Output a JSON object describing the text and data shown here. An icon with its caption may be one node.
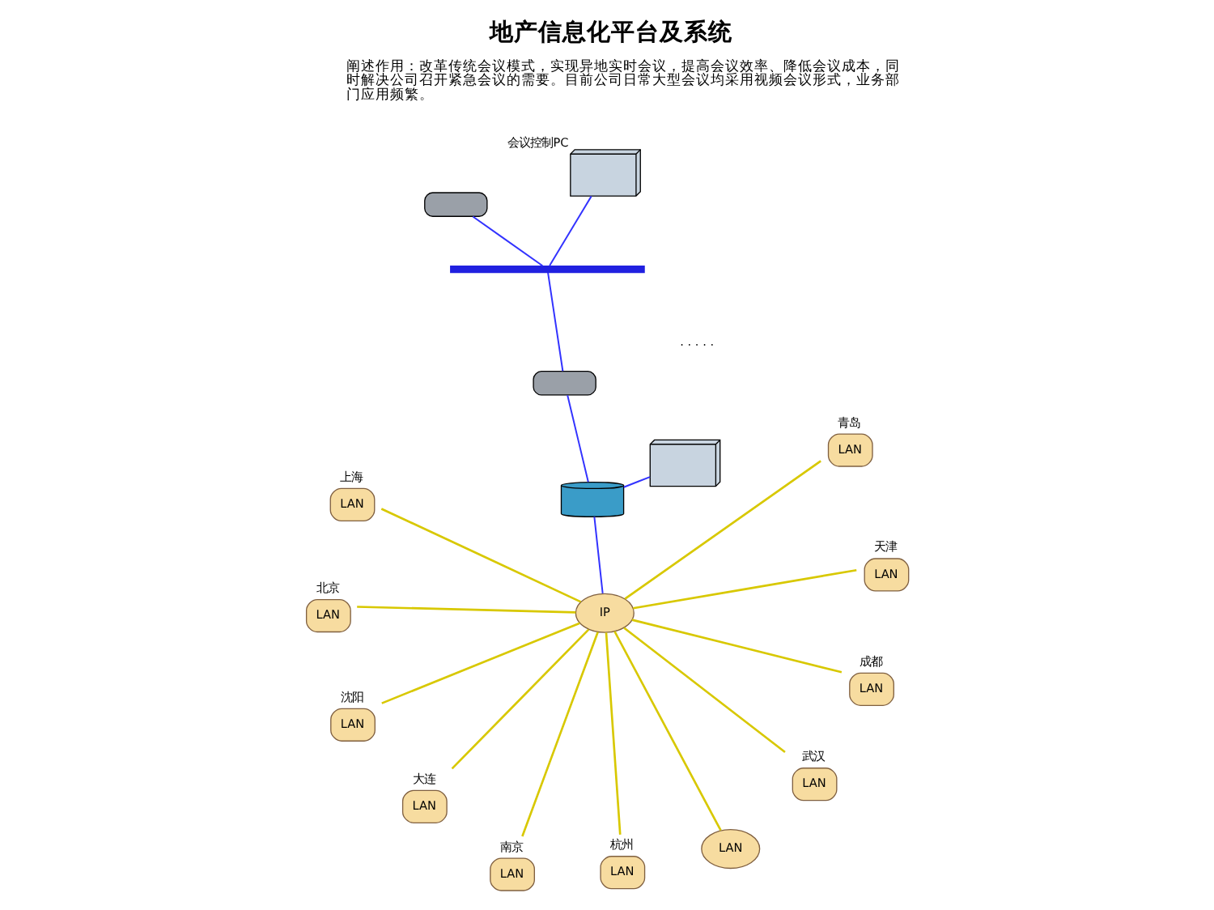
{
  "diagram": {
    "title": "地产信息化平台及系统",
    "caption": "阐述作用：改革传统会议模式，实现异地实时会议，提高会议效率、降低会议成本，同时解决公司召开紧急会议的需要。目前公司日常大型会议均采用视频会议形式，业务部门应用频繁。",
    "nodes": [
      {
        "text": [
          "LAN"
        ],
        "beside": [
          "青岛"
        ]
      },
      {
        "text": [
          "LAN"
        ],
        "beside": [
          "大连"
        ]
      },
      {
        "text": [
          "LAN"
        ],
        "beside": [
          "杭州"
        ]
      },
      {
        "text": [
          "LAN"
        ],
        "beside": [
          "沈阳"
        ]
      },
      {
        "text": [
          "LAN"
        ],
        "beside": [
          "上海"
        ]
      },
      {
        "text": [
          "LAN"
        ],
        "beside": [
          "南京"
        ]
      },
      {
        "text": [
          "LAN"
        ],
        "beside": [
          "天津"
        ]
      },
      {
        "text": [
          "LAN"
        ],
        "beside": [
          "北京"
        ]
      },
      {
        "text": [
          "IP"
        ]
      },
      {
        "text": [
          "LAN"
        ],
        "beside": [
          "武汉"
        ]
      },
      {
        "text": [
          "LAN"
        ],
        "beside": [
          "成都"
        ]
      },
      {
        "text": [],
        "shape": "cylinder"
      },
      {
        "text": [],
        "shape": "picture"
      },
      {
        "text": [],
        "shape": "box"
      },
      {
        "text": [
          "LAN"
        ]
      },
      {
        "text": [],
        "shape": "bar"
      },
      {
        "text": [],
        "shape": "picture",
        "beside": [
          "会议控制PC"
        ]
      },
      {
        "text": [],
        "shape": "box"
      }
    ],
    "edges": [
      {
        "from": 0,
        "to": 8,
        "arrow": "none"
      },
      {
        "from": 1,
        "to": 8,
        "arrow": "none"
      },
      {
        "from": 2,
        "to": 8,
        "arrow": "none"
      },
      {
        "from": 3,
        "to": 8,
        "arrow": "none"
      },
      {
        "from": 4,
        "to": 8,
        "arrow": "none"
      },
      {
        "from": 5,
        "to": 8,
        "arrow": "none"
      },
      {
        "from": 6,
        "to": 8,
        "arrow": "none"
      },
      {
        "from": 7,
        "to": 8,
        "arrow": "none"
      },
      {
        "from": 9,
        "to": 8,
        "arrow": "none"
      },
      {
        "from": 10,
        "to": 8,
        "arrow": "none"
      },
      {
        "from": 14,
        "to": 8,
        "arrow": "none"
      },
      {
        "from": 8,
        "to": 11,
        "arrow": "none",
        "color": "#3333ff"
      },
      {
        "from": 11,
        "to": 12,
        "arrow": "none",
        "color": "#3333ff"
      },
      {
        "from": 11,
        "to": 13,
        "arrow": "none",
        "color": "#3333ff"
      },
      {
        "from": 13,
        "to": 15,
        "arrow": "none",
        "color": "#3333ff"
      },
      {
        "from": 15,
        "to": 16,
        "arrow": "none",
        "color": "#3333ff"
      },
      {
        "from": 15,
        "to": 17,
        "arrow": "none",
        "color": "#3333ff"
      }
    ],
    "labels": [
      "· · · · ·"
    ]
  }
}
